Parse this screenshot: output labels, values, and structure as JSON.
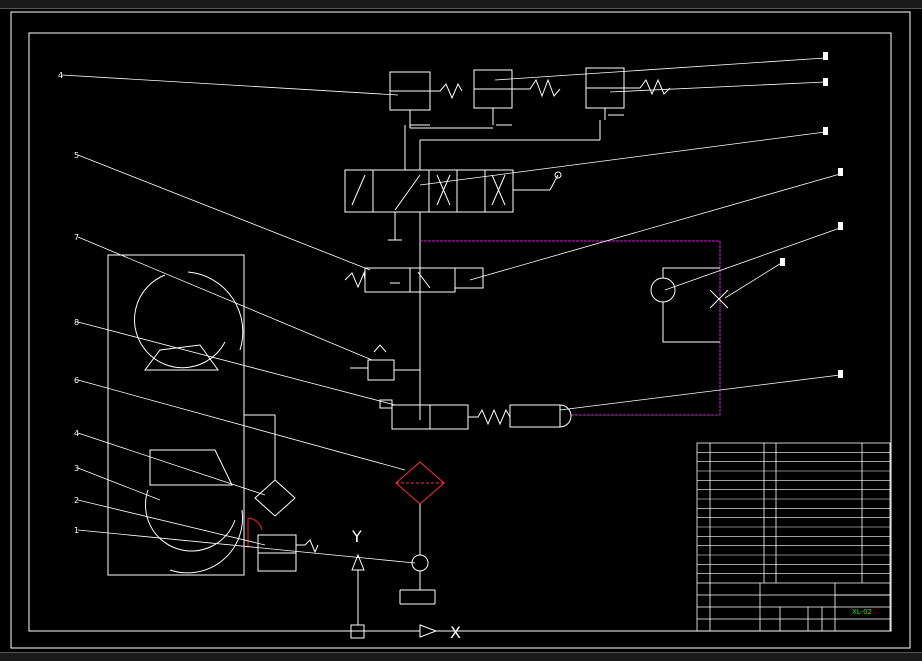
{
  "axes": {
    "y_label": "Y",
    "x_label": "X"
  },
  "callouts": {
    "left": [
      "4",
      "5",
      "7",
      "8",
      "6",
      "4",
      "3",
      "2",
      "1"
    ],
    "right": [
      "",
      "",
      "",
      "",
      "",
      "",
      ""
    ]
  },
  "table": {
    "rows": [
      {
        "num": "",
        "name": "",
        "qty": "",
        "note": ""
      },
      {
        "num": "",
        "name": "",
        "qty": "",
        "note": ""
      },
      {
        "num": "",
        "name": "",
        "qty": "",
        "note": ""
      },
      {
        "num": "",
        "name": "",
        "qty": "",
        "note": ""
      },
      {
        "num": "",
        "name": "",
        "qty": "",
        "note": ""
      },
      {
        "num": "",
        "name": "",
        "qty": "",
        "note": ""
      },
      {
        "num": "",
        "name": "",
        "qty": "",
        "note": ""
      },
      {
        "num": "",
        "name": "",
        "qty": "",
        "note": ""
      },
      {
        "num": "",
        "name": "",
        "qty": "",
        "note": ""
      },
      {
        "num": "",
        "name": "",
        "qty": "",
        "note": ""
      },
      {
        "num": "",
        "name": "",
        "qty": "",
        "note": ""
      },
      {
        "num": "",
        "name": "",
        "qty": "",
        "note": ""
      },
      {
        "num": "",
        "name": "",
        "qty": "",
        "note": ""
      },
      {
        "num": "",
        "name": "",
        "qty": "",
        "note": ""
      },
      {
        "num": "",
        "name": "",
        "qty": "",
        "note": ""
      }
    ],
    "title": "",
    "drawing_no": "XL-02"
  },
  "colors": {
    "line": "#ffffff",
    "accent": "#cc22cc",
    "label": "#00ff00",
    "red": "#ff2020",
    "frame": "#ffffff"
  }
}
